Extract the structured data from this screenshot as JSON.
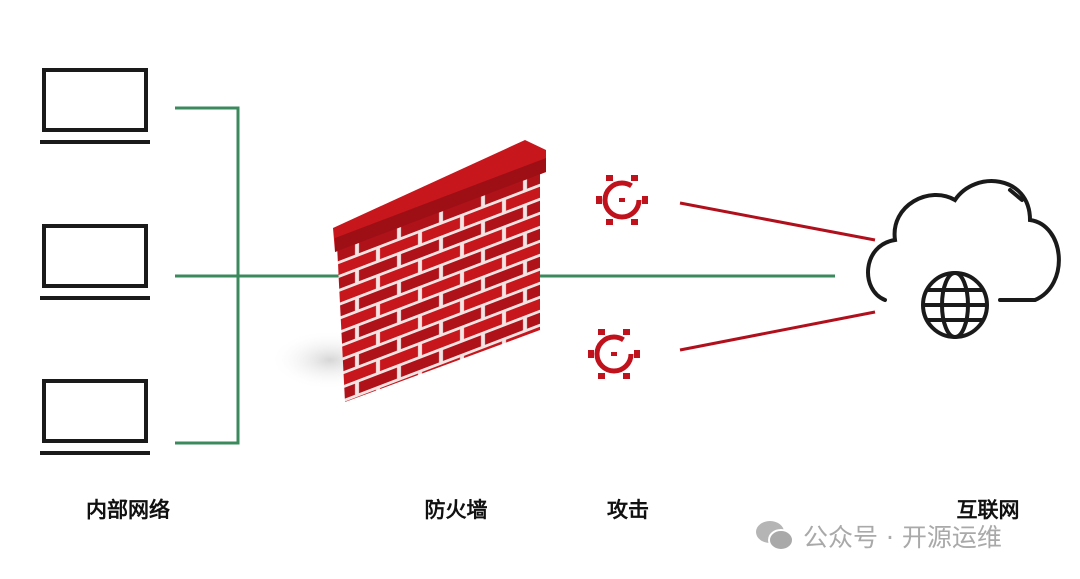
{
  "labels": {
    "internal": "内部网络",
    "firewall": "防火墙",
    "attack": "攻击",
    "internet": "互联网"
  },
  "watermark": {
    "text": "公众号 · 开源运维",
    "icon": "wechat-icon"
  },
  "colors": {
    "link": "#3a8a5c",
    "attack": "#b0101c",
    "wall": "#c8161d",
    "ink": "#1a1a1a"
  }
}
